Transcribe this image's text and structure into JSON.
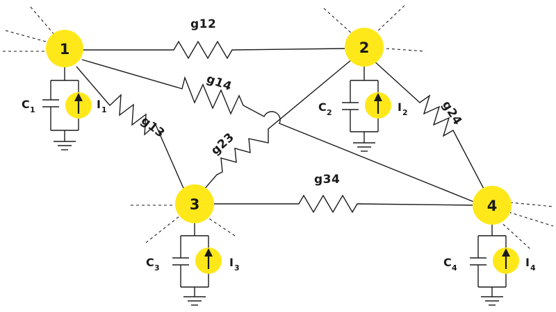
{
  "colors": {
    "node_fill": "#ffe81a",
    "ink": "#1a1a1a",
    "background": "#ffffff"
  },
  "nodes": [
    {
      "id": "1",
      "label": "1"
    },
    {
      "id": "2",
      "label": "2"
    },
    {
      "id": "3",
      "label": "3"
    },
    {
      "id": "4",
      "label": "4"
    }
  ],
  "conductances": [
    {
      "id": "g12",
      "label": "g12",
      "from": "1",
      "to": "2"
    },
    {
      "id": "g13",
      "label": "g13",
      "from": "1",
      "to": "3"
    },
    {
      "id": "g14",
      "label": "g14",
      "from": "1",
      "to": "4"
    },
    {
      "id": "g23",
      "label": "g23",
      "from": "2",
      "to": "3"
    },
    {
      "id": "g24",
      "label": "g24",
      "from": "2",
      "to": "4"
    },
    {
      "id": "g34",
      "label": "g34",
      "from": "3",
      "to": "4"
    }
  ],
  "branches": [
    {
      "node": "1",
      "capacitor": {
        "label": "C",
        "sub": "1"
      },
      "source": {
        "label": "I",
        "sub": "1"
      }
    },
    {
      "node": "2",
      "capacitor": {
        "label": "C",
        "sub": "2"
      },
      "source": {
        "label": "I",
        "sub": "2"
      }
    },
    {
      "node": "3",
      "capacitor": {
        "label": "C",
        "sub": "3"
      },
      "source": {
        "label": "I",
        "sub": "3"
      }
    },
    {
      "node": "4",
      "capacitor": {
        "label": "C",
        "sub": "4"
      },
      "source": {
        "label": "I",
        "sub": "4"
      }
    }
  ],
  "icons": {
    "node": "node-circle-icon",
    "resistor": "resistor-zigzag-icon",
    "capacitor": "capacitor-icon",
    "current_source": "current-source-arrow-icon",
    "ground": "ground-icon",
    "crossover": "wire-crossover-hop-icon"
  }
}
